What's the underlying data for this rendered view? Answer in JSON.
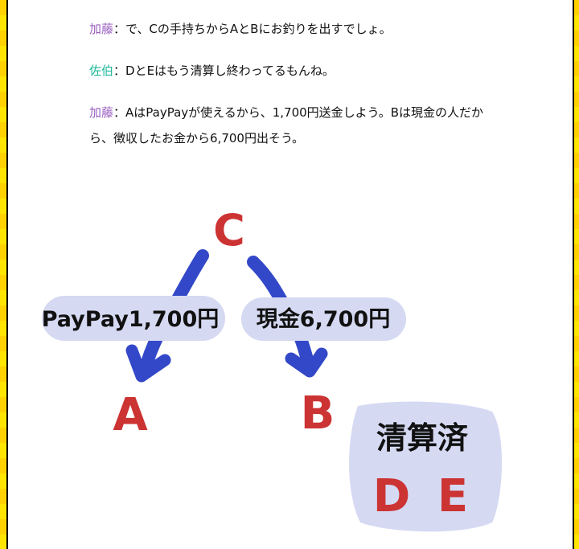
{
  "dialogue": [
    {
      "speaker": "加藤",
      "sep": "：",
      "text": "で、Cの手持ちからAとBにお釣りを出すでしょ。"
    },
    {
      "speaker": "佐伯",
      "sep": "：",
      "text": "DとEはもう清算し終わってるもんね。"
    },
    {
      "speaker": "加藤",
      "sep": "：",
      "text": "AはPayPayが使えるから、1,700円送金しよう。Bは現金の人だから、徴収したお金から6,700円出そう。"
    }
  ],
  "diagram": {
    "node_c": "C",
    "node_a": "A",
    "node_b": "B",
    "label_a": "PayPay1,700円",
    "label_b": "現金6,700円",
    "settled_title": "清算済",
    "settled_d": "D",
    "settled_e": "E",
    "colors": {
      "letters": "#cc3333",
      "arrows": "#3348c8",
      "bubbles": "#d5d9f2"
    }
  }
}
